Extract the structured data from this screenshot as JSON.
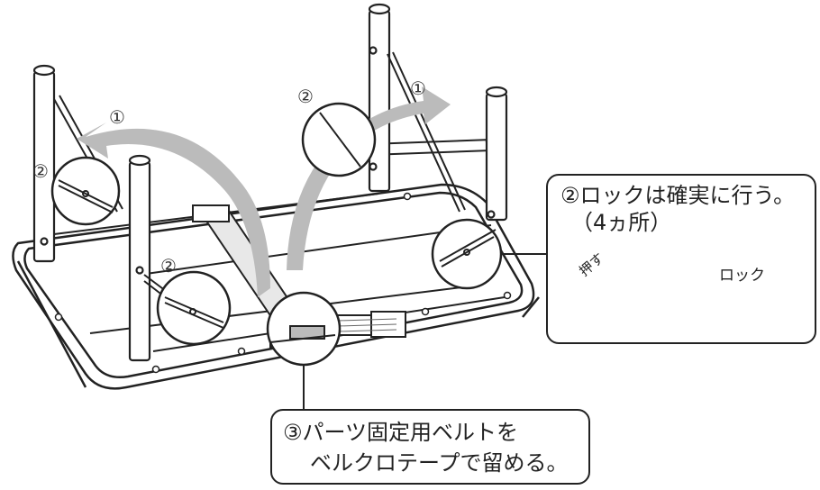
{
  "callouts": {
    "lock": {
      "line1": "②ロックは確実に行う。",
      "line2": "（4ヵ所）",
      "push_label": "押す",
      "lock_label": "ロック"
    },
    "belt": {
      "line1": "③パーツ固定用ベルトを",
      "line2": "ベルクロテープで留める。"
    }
  },
  "step_markers": {
    "fold_left": "①",
    "fold_right": "①",
    "lock_left_upper": "②",
    "lock_left_lower": "②",
    "lock_right": "②"
  },
  "colors": {
    "line": "#222222",
    "arrow_gray": "#bbbbbb",
    "push_arrow": "#666666"
  }
}
